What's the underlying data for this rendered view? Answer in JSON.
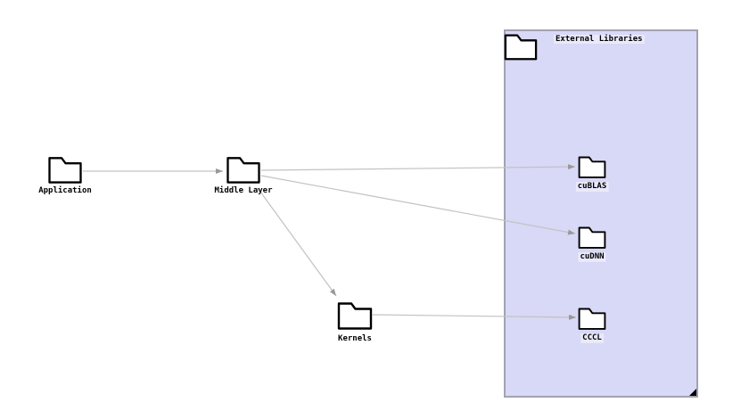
{
  "diagram": {
    "container": {
      "label": "External Libraries"
    },
    "nodes": [
      {
        "id": "application",
        "label": "Application"
      },
      {
        "id": "middle-layer",
        "label": "Middle Layer"
      },
      {
        "id": "kernels",
        "label": "Kernels"
      },
      {
        "id": "cublas",
        "label": "cuBLAS"
      },
      {
        "id": "cudnn",
        "label": "cuDNN"
      },
      {
        "id": "cccl",
        "label": "CCCL"
      }
    ],
    "edges": [
      {
        "from": "Application",
        "to": "Middle Layer"
      },
      {
        "from": "Middle Layer",
        "to": "cuBLAS"
      },
      {
        "from": "Middle Layer",
        "to": "cuDNN"
      },
      {
        "from": "Middle Layer",
        "to": "Kernels"
      },
      {
        "from": "Kernels",
        "to": "CCCL"
      }
    ]
  },
  "colors": {
    "container_fill": "#d8d8f7",
    "container_border": "#a2a2b2",
    "label_highlight": "#e9e9fb",
    "arrow": "#c2c2c2",
    "arrowhead": "#999999",
    "folder_fill": "#ffffff",
    "folder_stroke": "#000000"
  }
}
